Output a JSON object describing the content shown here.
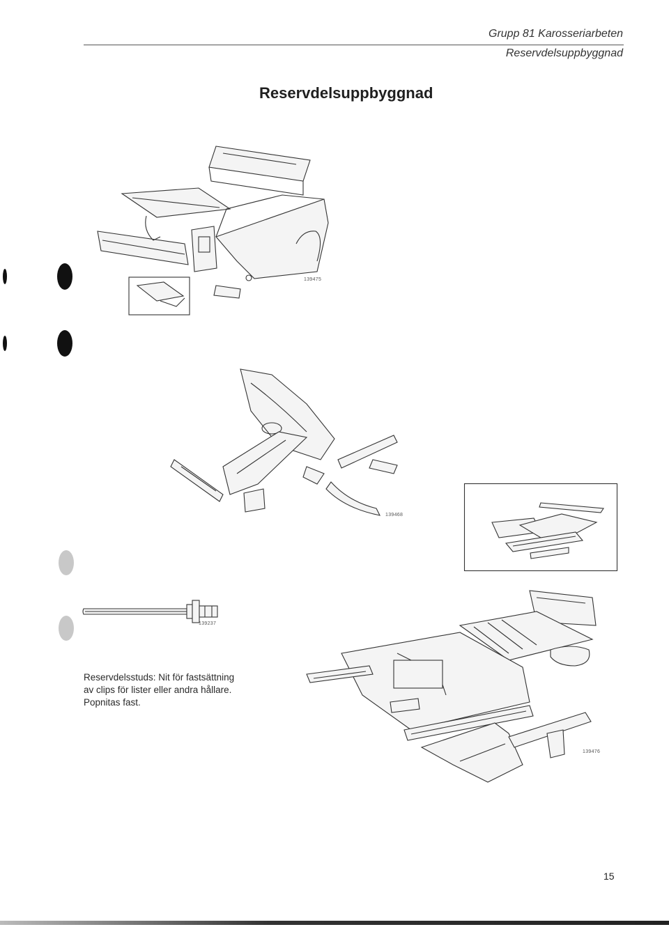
{
  "header": {
    "group": "Grupp 81  Karosseriarbeten",
    "subtitle": "Reservdelsuppbyggnad"
  },
  "title": "Reservdelsuppbyggnad",
  "figures": {
    "front_body": "139475",
    "wheel_housing": "139468",
    "rivet": "139237",
    "floor": "139476"
  },
  "caption_lines": [
    "Reservdelsstuds: Nit för fastsättning",
    "av clips för lister eller andra hållare.",
    "Popnitas fast."
  ],
  "page_number": "15"
}
